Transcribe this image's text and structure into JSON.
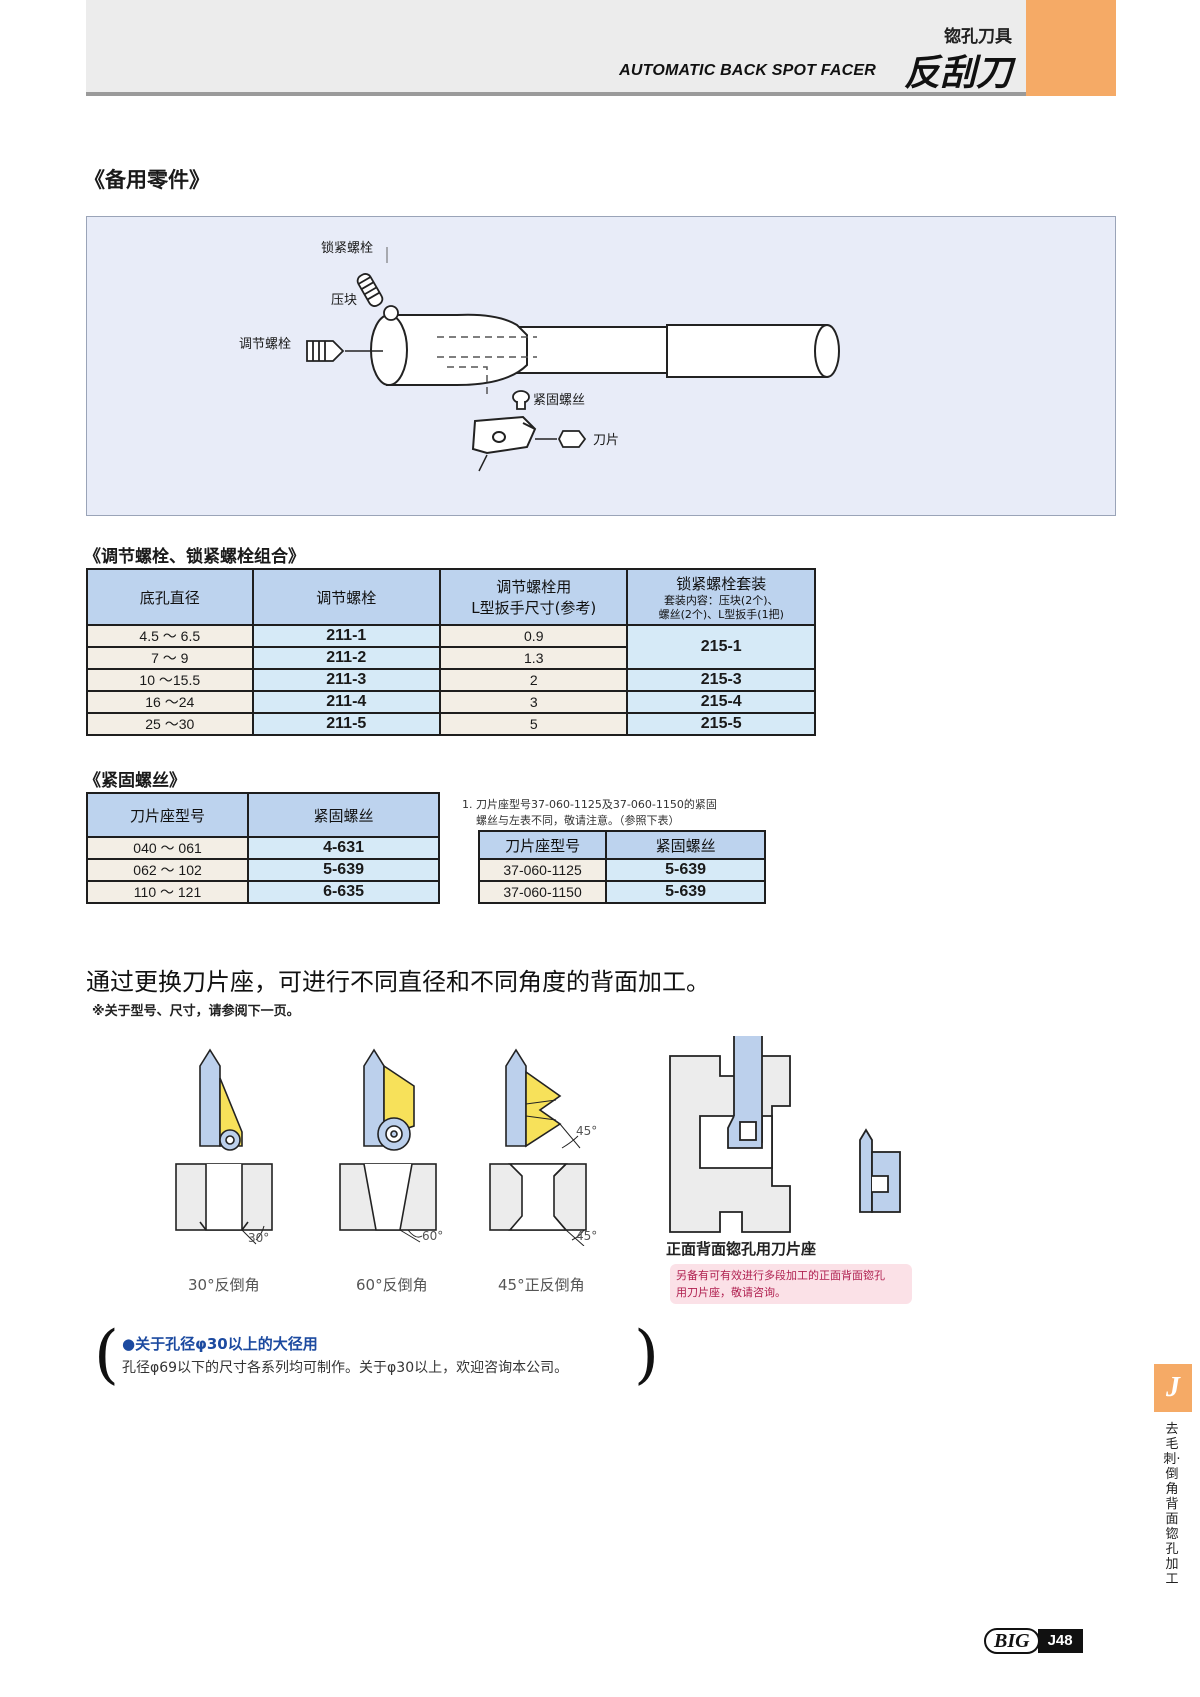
{
  "header": {
    "category": "锪孔刀具",
    "title_en": "AUTOMATIC BACK SPOT FACER",
    "title_zh": "反刮刀"
  },
  "spare_parts": {
    "title": "《备用零件》",
    "labels": {
      "lock_bolt": "锁紧螺栓",
      "press_block": "压块",
      "adjust_bolt": "调节螺栓",
      "set_screw": "紧固螺丝",
      "blade": "刀片"
    }
  },
  "bolt_table": {
    "title": "《调节螺栓、锁紧螺栓组合》",
    "headers": {
      "bore": "底孔直径",
      "adjust_bolt": "调节螺栓",
      "wrench_line1": "调节螺栓用",
      "wrench_line2": "L型扳手尺寸(参考)",
      "lock_kit": "锁紧螺栓套装",
      "lock_kit_note1": "套装内容：压块(2个)、",
      "lock_kit_note2": "螺丝(2个)、L型扳手(1把)"
    },
    "rows": [
      {
        "bore": "4.5 ～ 6.5",
        "bolt": "211-1",
        "wrench": "0.9",
        "kit": "215-1"
      },
      {
        "bore": "7 ～ 9",
        "bolt": "211-2",
        "wrench": "1.3"
      },
      {
        "bore": "10 ～15.5",
        "bolt": "211-3",
        "wrench": "2",
        "kit": "215-3"
      },
      {
        "bore": "16 ～24",
        "bolt": "211-4",
        "wrench": "3",
        "kit": "215-4"
      },
      {
        "bore": "25 ～30",
        "bolt": "211-5",
        "wrench": "5",
        "kit": "215-5"
      }
    ]
  },
  "screw_table": {
    "title": "《紧固螺丝》",
    "headers": {
      "seat": "刀片座型号",
      "screw": "紧固螺丝"
    },
    "rows": [
      {
        "seat": "040 ～ 061",
        "screw": "4-631"
      },
      {
        "seat": "062 ～ 102",
        "screw": "5-639"
      },
      {
        "seat": "110 ～ 121",
        "screw": "6-635"
      }
    ]
  },
  "exception": {
    "note_line1": "1. 刀片座型号37-060-1125及37-060-1150的紧固",
    "note_line2": "螺丝与左表不同，敬请注意。（参照下表）",
    "headers": {
      "seat": "刀片座型号",
      "screw": "紧固螺丝"
    },
    "rows": [
      {
        "seat": "37-060-1125",
        "screw": "5-639"
      },
      {
        "seat": "37-060-1150",
        "screw": "5-639"
      }
    ]
  },
  "machining": {
    "caption": "通过更换刀片座，可进行不同直径和不同角度的背面加工。",
    "sub_caption": "※关于型号、尺寸，请参阅下一页。",
    "angle_marks": {
      "a30": "30°",
      "a60": "60°",
      "a45": "45°"
    },
    "labels": {
      "back30": "30°反倒角",
      "back60": "60°反倒角",
      "front45": "45°正反倒角"
    },
    "seat_title": "正面背面锪孔用刀片座",
    "seat_note_line1": "另备有可有效进行多段加工的正面背面锪孔",
    "seat_note_line2": "用刀片座，敬请咨询。"
  },
  "large_diameter": {
    "head": "●关于孔径φ30以上的大径用",
    "text": "孔径φ69以下的尺寸各系列均可制作。关于φ30以上，欢迎咨询本公司。"
  },
  "side": {
    "tab": "J",
    "text": "去毛刺·倒角背面锪孔加工"
  },
  "footer": {
    "logo": "BIG",
    "page": "J48"
  },
  "colors": {
    "accent_orange": "#f5aa66",
    "table_header_blue": "#bdd3ee",
    "cell_blue": "#d6eaf7",
    "cell_beige": "#f3eee5",
    "diagram_bg": "#e8ecf8",
    "blade_yellow": "#f7e15a",
    "tool_blue": "#bcd0ec"
  }
}
